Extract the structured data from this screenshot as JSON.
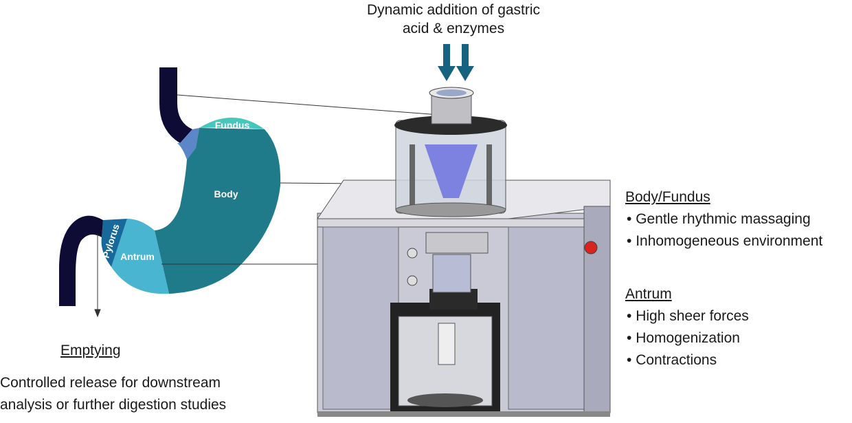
{
  "top_caption": {
    "line1": "Dynamic addition of gastric",
    "line2": "acid & enzymes"
  },
  "stomach_labels": {
    "fundus": "Fundus",
    "body": "Body",
    "antrum": "Antrum",
    "pylorus": "Pylorus"
  },
  "body_fundus": {
    "heading": "Body/Fundus",
    "bullets": [
      "Gentle rhythmic massaging",
      "Inhomogeneous environment"
    ]
  },
  "antrum": {
    "heading": "Antrum",
    "bullets": [
      "High sheer forces",
      "Homogenization",
      "Contractions"
    ]
  },
  "emptying": {
    "heading": "Emptying",
    "line1": "Controlled release for downstream",
    "line2": "analysis or further digestion studies"
  },
  "colors": {
    "esophagus": "#0e0c35",
    "fundus": "#47c7bb",
    "body": "#1f7a8a",
    "antrum": "#4ab5d0",
    "pylorus": "#16699a",
    "cardia": "#5b86c8",
    "arrow": "#17627f"
  }
}
